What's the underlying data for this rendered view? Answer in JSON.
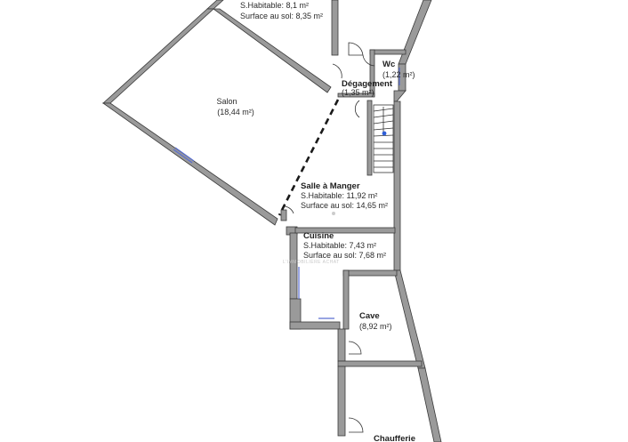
{
  "rooms": {
    "top": {
      "area_habitable": "S.Habitable: 8,1 m²",
      "area_floor": "Surface au sol: 8,35 m²"
    },
    "salon": {
      "name": "Salon",
      "area": "(18,44 m²)"
    },
    "wc": {
      "name": "Wc",
      "area": "(1,22 m²)"
    },
    "degagement": {
      "name": "Dégagement",
      "area": "(1,35 m²)"
    },
    "salle_a_manger": {
      "name": "Salle à Manger",
      "area_habitable": "S.Habitable: 11,92 m²",
      "area_floor": "Surface au sol: 14,65 m²"
    },
    "cuisine": {
      "name": "Cuisine",
      "area_habitable": "S.Habitable: 7,43 m²",
      "area_floor": "Surface au sol: 7,68 m²"
    },
    "cave": {
      "name": "Cave",
      "area": "(8,92 m²)"
    },
    "chaufferie": {
      "name": "Chaufferie"
    }
  },
  "watermark": "L'IMMOBILIÈRE ACHAT",
  "colors": {
    "wall": "#9a9a9a",
    "window": "#5a6fd0",
    "stair_marker": "#2f5fd8",
    "text": "#2b2b2b"
  }
}
